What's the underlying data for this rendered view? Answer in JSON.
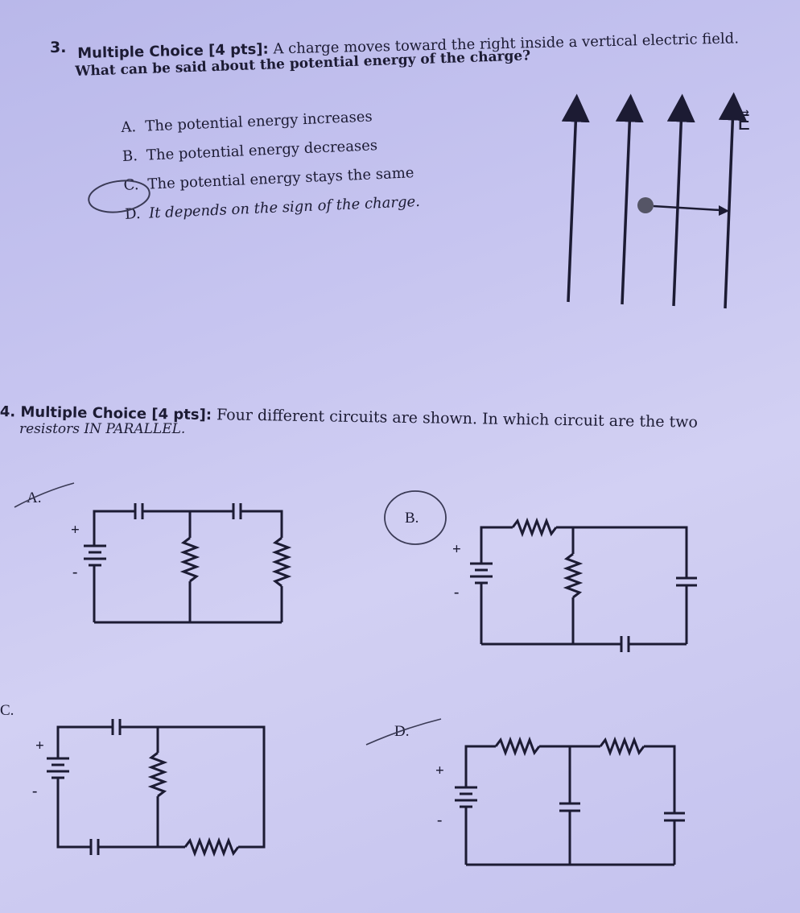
{
  "q3": {
    "number": "3.",
    "heading_bold": "Multiple Choice [4 pts]:",
    "heading_rest": " A charge moves toward the right inside a vertical electric field.",
    "line2": "What can be said about the potential energy of the charge?",
    "options": [
      {
        "letter": "A.",
        "text": "The potential energy increases"
      },
      {
        "letter": "B.",
        "text": "The potential energy decreases"
      },
      {
        "letter": "C.",
        "text": "The potential energy stays the same"
      },
      {
        "letter": "D.",
        "text": "It depends on the sign of the charge."
      }
    ],
    "selected_option": "C",
    "field_label": "E⃗"
  },
  "q4": {
    "number": "4.",
    "heading_bold": "Multiple Choice [4 pts]:",
    "heading_rest": " Four different circuits are shown. In which circuit are the two",
    "line2": "resistors IN PARALLEL.",
    "circuits": [
      {
        "label": "A.",
        "crossed_out": true
      },
      {
        "label": "B.",
        "circled": true
      },
      {
        "label": "C."
      },
      {
        "label": "D.",
        "crossed_out": true
      }
    ],
    "plus_sign": "+",
    "minus_sign": "-"
  },
  "colors": {
    "paper": "#c7c5f0",
    "ink": "#1c1b33",
    "pencil": "#3a3a55"
  }
}
